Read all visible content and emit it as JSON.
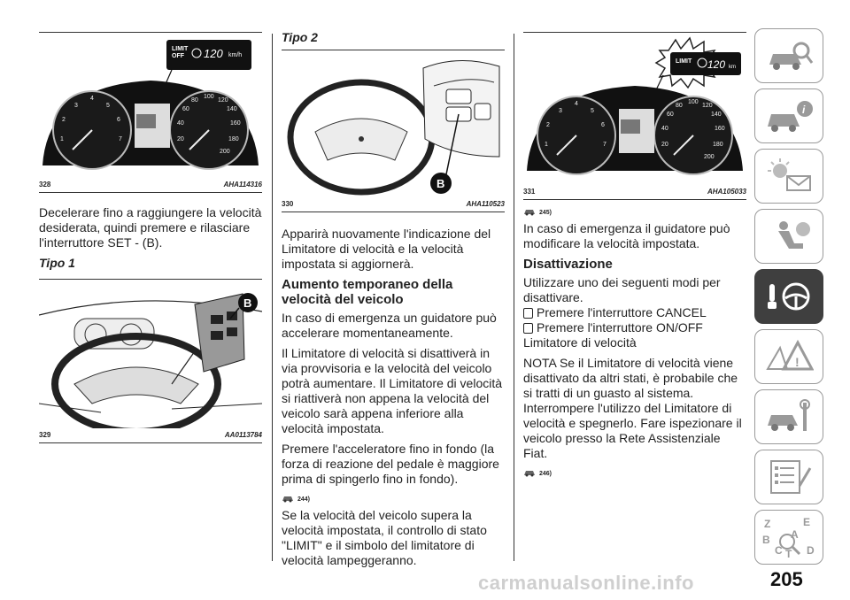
{
  "column1": {
    "figure328": {
      "number": "328",
      "code": "AHA114316"
    },
    "para1": "Decelerare fino a raggiungere la velocità desiderata, quindi premere e rilasciare l'interruttore SET - (B).",
    "heading_tipo1": "Tipo 1",
    "figure329": {
      "number": "329",
      "code": "AA0113784"
    },
    "limit_display": {
      "line1": "LIMIT",
      "line2": "OFF",
      "speed": "120",
      "unit": "km/h"
    }
  },
  "column2": {
    "heading_tipo2": "Tipo 2",
    "figure330": {
      "number": "330",
      "code": "AHA110523"
    },
    "para1": "Apparirà nuovamente l'indicazione del Limitatore di velocità e la velocità impostata si aggiornerà.",
    "heading_aumento": "Aumento temporaneo della velocità del veicolo",
    "para2": "In caso di emergenza un guidatore può accelerare momentaneamente.",
    "para3": "Il Limitatore di velocità si disattiverà in via provvisoria e la velocità del veicolo potrà aumentare. Il Limitatore di velocità si riattiverà non appena la velocità del veicolo sarà appena inferiore alla velocità impostata.",
    "para4": "Premere l'acceleratore fino in fondo (la forza di reazione del pedale è maggiore prima di spingerlo fino in fondo).",
    "warn1": "244)",
    "para5": "Se la velocità del veicolo supera la velocità impostata, il controllo di stato \"LIMIT\" e il simbolo del limitatore di velocità lampeggeranno."
  },
  "column3": {
    "figure331": {
      "number": "331",
      "code": "AHA105033"
    },
    "limit_display": {
      "line1": "LIMIT",
      "speed": "120",
      "unit": "km"
    },
    "warn1": "245)",
    "para1": "In caso di emergenza il guidatore può modificare la velocità impostata.",
    "heading_disatt": "Disattivazione",
    "para2": "Utilizzare uno dei seguenti modi per disattivare.",
    "bullets": [
      "Premere l'interruttore CANCEL",
      "Premere l'interruttore ON/OFF"
    ],
    "para3": "Limitatore di velocità",
    "para4": "NOTA  Se il Limitatore di velocità viene disattivato da altri stati, è probabile che si tratti di un guasto al sistema. Interrompere l'utilizzo del Limitatore di velocità e spegnerlo. Fare ispezionare il veicolo presso la Rete Assistenziale Fiat.",
    "warn2": "246)"
  },
  "gauge_labels": {
    "tach": [
      "1",
      "2",
      "3",
      "4",
      "5",
      "6",
      "7"
    ],
    "speedo": [
      "20",
      "40",
      "60",
      "80",
      "100",
      "120",
      "140",
      "160",
      "180",
      "200"
    ]
  },
  "sidebar": {
    "icons": [
      "car-search-icon",
      "car-info-icon",
      "warning-lights-icon",
      "airbag-seat-icon",
      "key-steering-wheel-icon",
      "road-warning-icon",
      "car-tools-icon",
      "checklist-icon",
      "index-letters-icon"
    ],
    "active_index": 4,
    "letters": [
      "Z",
      "E",
      "B",
      "A",
      "C",
      "T",
      "D"
    ]
  },
  "page_number": "205",
  "watermark": "carmanualsonline.info",
  "marker_B": "B"
}
